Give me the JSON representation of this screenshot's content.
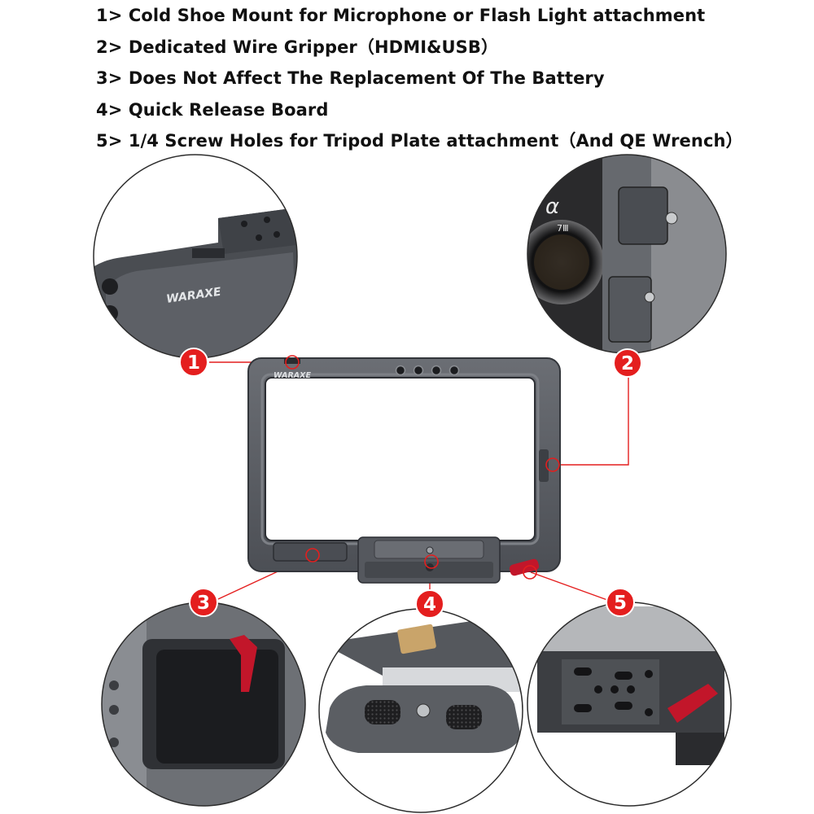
{
  "features": [
    "1> Cold Shoe Mount for Microphone or Flash Light attachment",
    "2> Dedicated Wire Gripper（HDMI&USB）",
    "3> Does Not Affect The Replacement Of The Battery",
    "4> Quick Release Board",
    "5> 1/4 Screw Holes for Tripod Plate attachment（And QE Wrench）"
  ],
  "badges": [
    "1",
    "2",
    "3",
    "4",
    "5"
  ],
  "brand": "WARAXE",
  "camera_labels": {
    "model": "α",
    "sub": "7Ⅲ"
  },
  "colors": {
    "accent_red": "#e41e1e",
    "cage_gray": "#5a5d63",
    "cage_dark": "#3b3d42",
    "lever_red": "#c2162a"
  }
}
